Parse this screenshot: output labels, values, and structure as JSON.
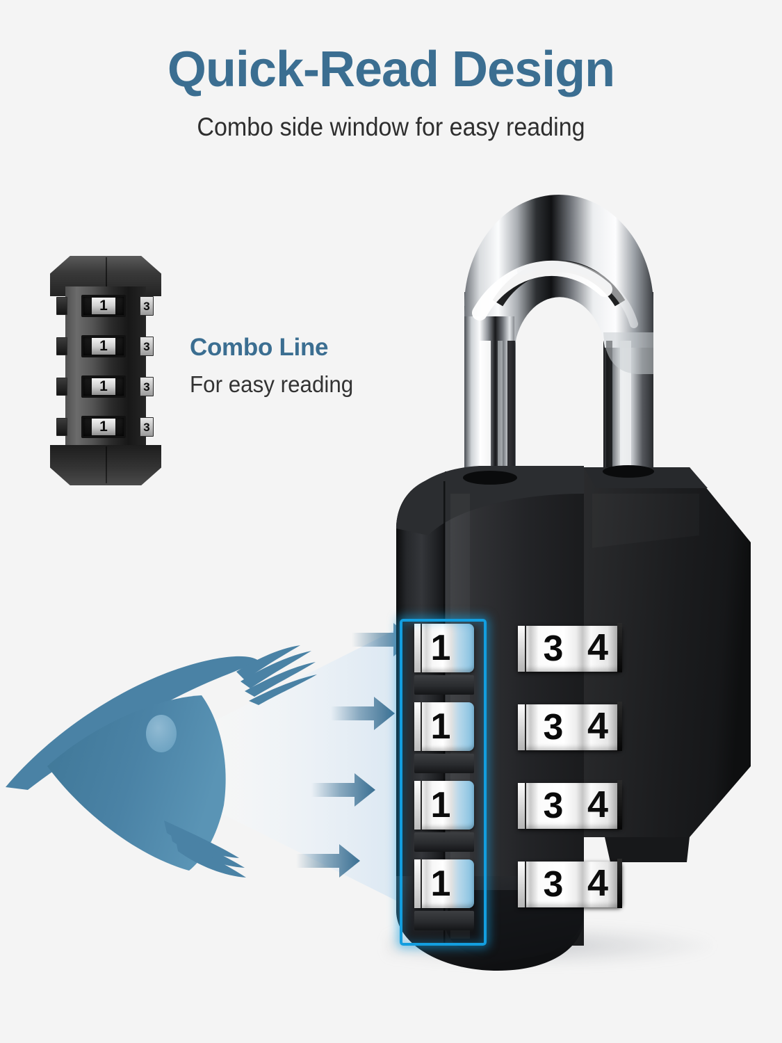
{
  "page": {
    "background_color": "#f4f4f4",
    "accent_blue": "#3b6e91",
    "highlight_blue": "#139edf"
  },
  "header": {
    "title": "Quick-Read Design",
    "subtitle": "Combo side window for easy reading"
  },
  "callout": {
    "title": "Combo Line",
    "subtitle": "For easy reading"
  },
  "mini_lock": {
    "name": "combo-line-detail-lock",
    "side_window_digits": [
      "1",
      "1",
      "1",
      "1"
    ],
    "edge_digits": [
      "3",
      "3",
      "3",
      "3"
    ]
  },
  "padlock": {
    "name": "combination-padlock",
    "body_color": "#1a1a1a",
    "shackle_finish": "chrome",
    "side_window_digits": [
      "1",
      "1",
      "1",
      "1"
    ],
    "front_dial_digits": [
      "3",
      "3",
      "3",
      "3"
    ],
    "front_dial_next_digits": [
      "4",
      "4",
      "4",
      "4"
    ],
    "dial_count": 4
  },
  "vision": {
    "eye_color": "#4a82a5",
    "arrow_color": "#3b7093",
    "arrow_count": 4
  }
}
